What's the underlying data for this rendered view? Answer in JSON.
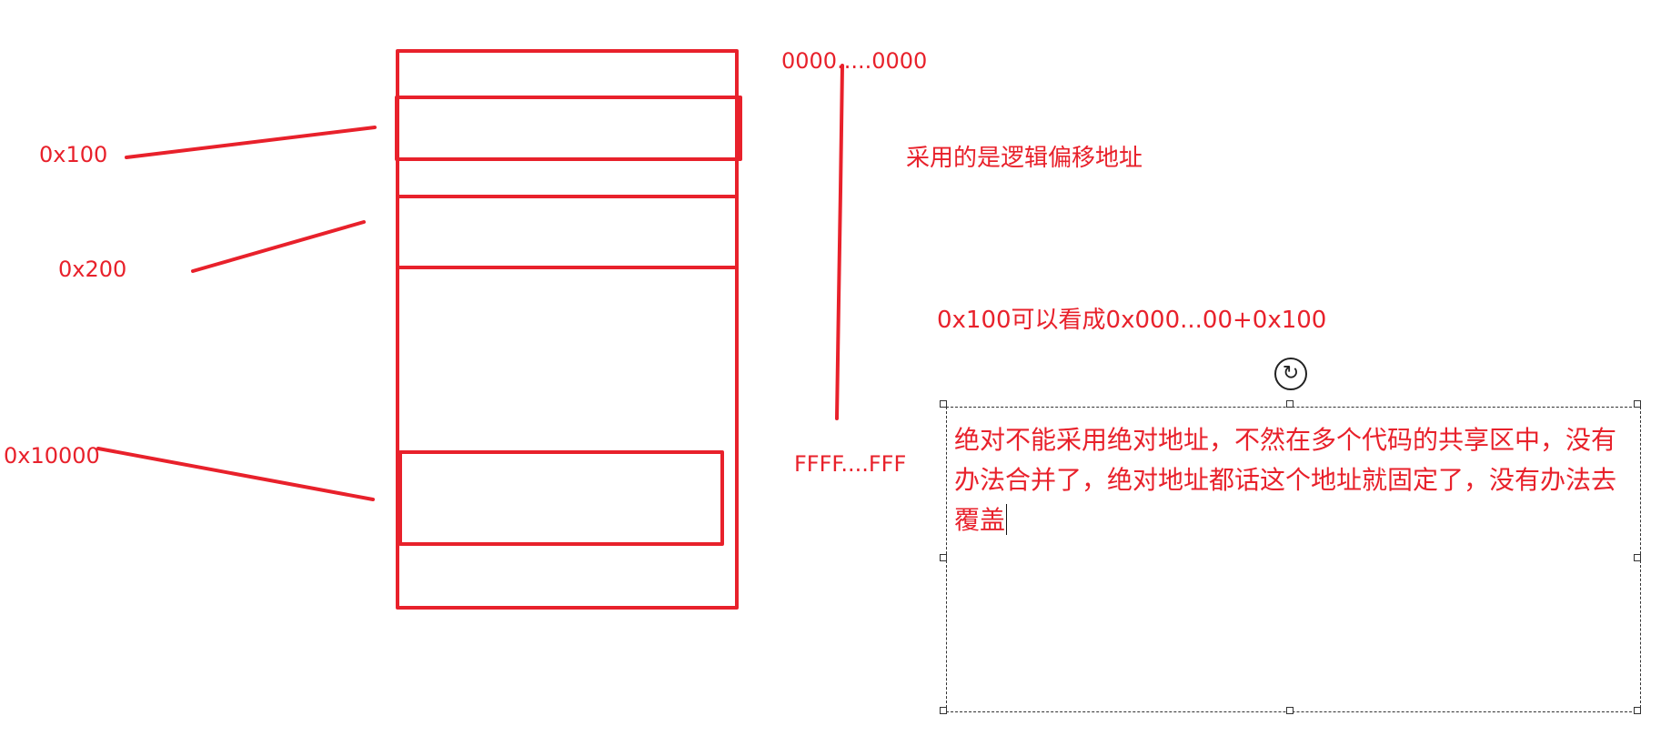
{
  "colors": {
    "ink": "#e8212b",
    "text": "#e8212b",
    "selection": "#333333"
  },
  "labels": {
    "addr_100": "0x100",
    "addr_200": "0x200",
    "addr_10000": "0x10000",
    "range_start": "0000.....0000",
    "range_end": "FFFF....FFF",
    "logical_offset": "采用的是逻辑偏移地址",
    "offset_formula": "0x100可以看成0x000...00+0x100"
  },
  "text_box": {
    "content": "绝对不能采用绝对地址，不然在多个代码的共享区中，没有办法合并了，绝对地址都话这个地址就固定了，没有办法去覆盖"
  },
  "icons": {
    "rotate": "rotate-icon"
  }
}
